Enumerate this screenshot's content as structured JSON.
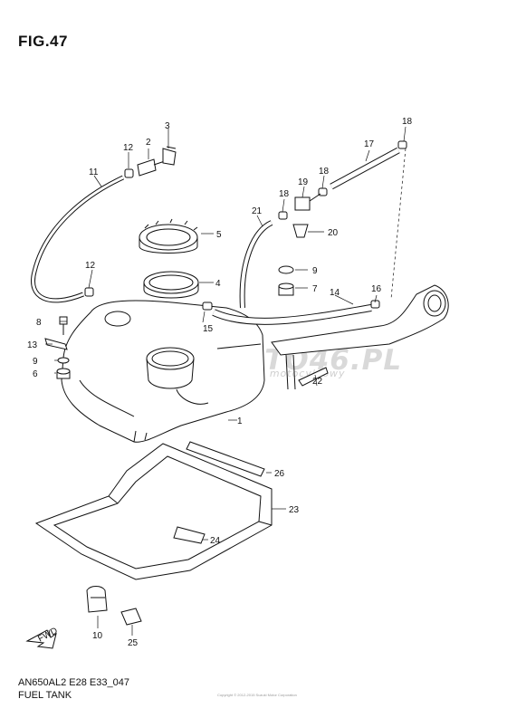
{
  "figure": {
    "title": "FIG.47"
  },
  "watermark": {
    "main": "SKLEPMOTO46.PL",
    "sub": "internetowy sklep motocyklowy"
  },
  "footer": {
    "code": "AN650AL2 E28 E33_047",
    "name": "FUEL TANK",
    "credit": "Copyright © 2012-2015 Suzuki Motor Corporation"
  },
  "callouts": {
    "c1": "1",
    "c2": "2",
    "c3": "3",
    "c4": "4",
    "c5": "5",
    "c6a": "6",
    "c6b": "6",
    "c7": "7",
    "c8": "8",
    "c9a": "9",
    "c9b": "9",
    "c10": "10",
    "c11": "11",
    "c12a": "12",
    "c12b": "12",
    "c13": "13",
    "c14": "14",
    "c15": "15",
    "c16": "16",
    "c17": "17",
    "c18a": "18",
    "c18b": "18",
    "c18c": "18",
    "c19": "19",
    "c20": "20",
    "c21": "21",
    "c22": "22",
    "c23": "23",
    "c24": "24",
    "c25": "25",
    "c26": "26"
  },
  "front_arrow": {
    "label": "FWD"
  }
}
